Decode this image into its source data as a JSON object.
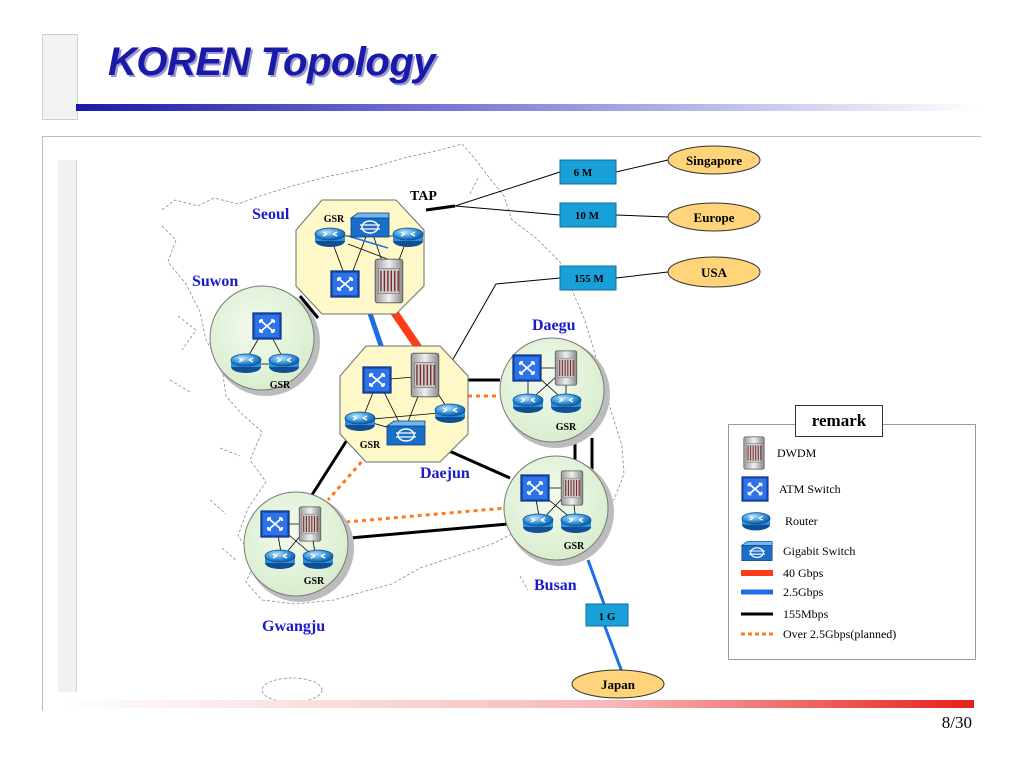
{
  "slide": {
    "title": "KOREN Topology",
    "page_number": "8/30"
  },
  "nodes": {
    "seoul": "Seoul",
    "suwon": "Suwon",
    "daejun": "Daejun",
    "daegu": "Daegu",
    "busan": "Busan",
    "gwangju": "Gwangju",
    "tap": "TAP"
  },
  "device_labels": {
    "seoul_gsr": "GSR",
    "suwon_gsr": "GSR",
    "daejun_gsr": "GSR",
    "daegu_gsr": "GSR",
    "busan_gsr": "GSR",
    "gwangju_gsr": "GSR"
  },
  "links": {
    "singapore_bw": "6 M",
    "europe_bw": "10 M",
    "usa_bw": "155 M",
    "japan_bw": "1 G"
  },
  "destinations": {
    "singapore": "Singapore",
    "europe": "Europe",
    "usa": "USA",
    "japan": "Japan"
  },
  "remark": {
    "title": "remark",
    "dwdm": "DWDM",
    "atm_switch": "ATM Switch",
    "router": "Router",
    "gigabit_switch": "Gigabit Switch",
    "gbps40": "40 Gbps",
    "gbps25": "2.5Gbps",
    "mbps155": "155Mbps",
    "planned": "Over 2.5Gbps(planned)"
  },
  "colors": {
    "title_blue": "#1a1aa8",
    "node_label_blue": "#1a1acc",
    "hub_fill": "#fff8c8",
    "region_fill": "#e4f4dc",
    "box_fill": "#1aa0d8",
    "oval_fill": "#ffd47a",
    "link_40g": "#ff3b1a",
    "link_25g": "#1a6ee8",
    "link_155m": "#000000",
    "link_planned": "#ff7a1a"
  },
  "icons": [
    "dwdm-icon",
    "atm-switch-icon",
    "router-icon",
    "gigabit-switch-icon"
  ]
}
